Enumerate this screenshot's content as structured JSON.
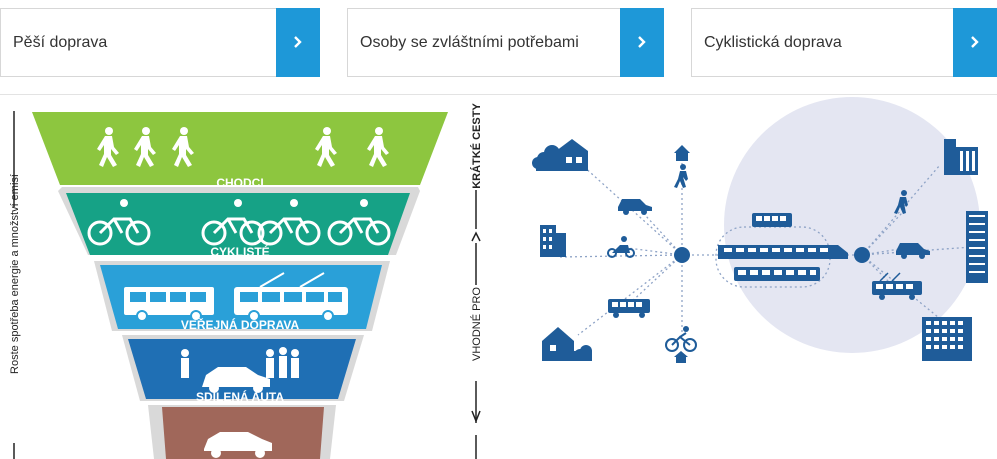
{
  "nav_cards": [
    {
      "label": "Pěší doprava"
    },
    {
      "label": "Osoby se zvláštními potřebami"
    },
    {
      "label": "Cyklistická doprava"
    }
  ],
  "pyramid": {
    "tiers": [
      {
        "label": "CHODCI",
        "color": "#8dc63f"
      },
      {
        "label": "CYKLISTÉ",
        "color": "#16a286"
      },
      {
        "label": "VEŘEJNÁ DOPRAVA",
        "color": "#2aa0d8"
      },
      {
        "label": "SDÍLENÁ AUTA",
        "color": "#1f6fb4"
      },
      {
        "label": "",
        "color": "#a0675a"
      }
    ],
    "left_axis_label": "Roste spotřeba energie a množství emisí",
    "right_axis_top_label": "KRÁTKÉ CESTY",
    "right_axis_mid_label": "VHODNÉ PRO"
  },
  "colors": {
    "accent": "#1e98d8",
    "network_blue": "#1f5c99",
    "circle_bg": "#e4e6f2"
  }
}
